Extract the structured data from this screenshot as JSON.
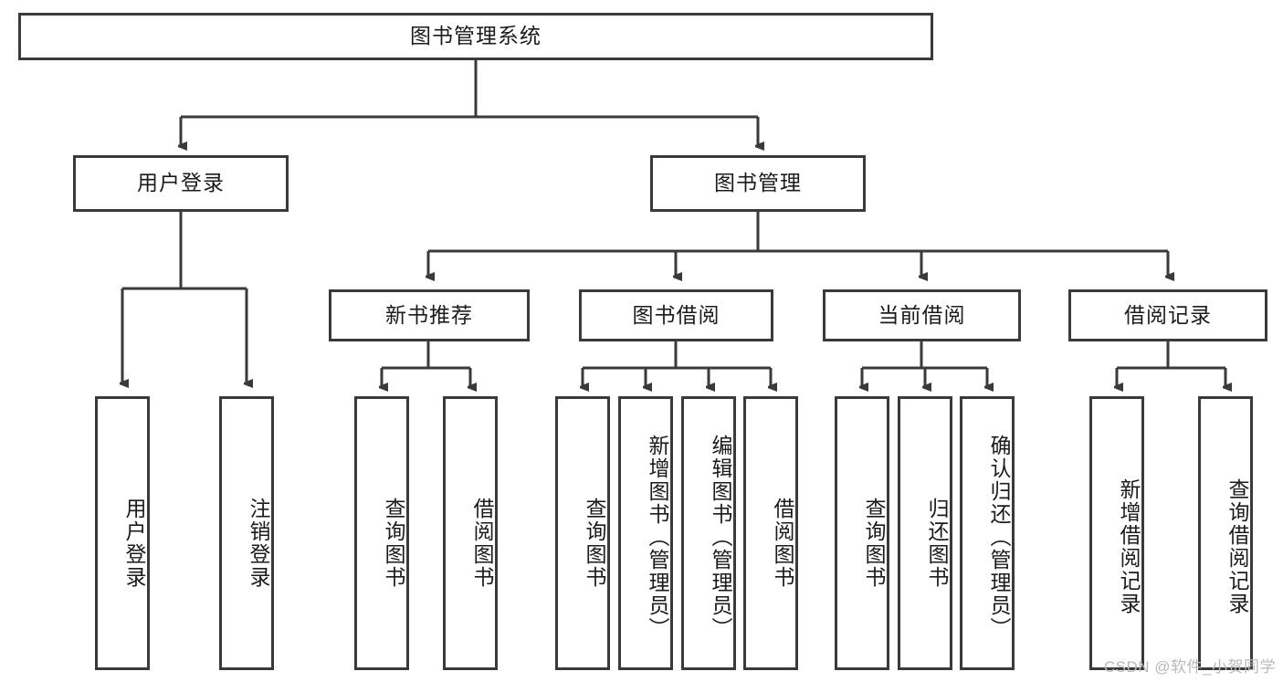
{
  "diagram": {
    "title": "图书管理系统",
    "type": "tree-hierarchy",
    "watermark": "CSDN @软件_小贺同学",
    "colors": {
      "box_border": "#3a3a3a",
      "box_fill": "#ffffff",
      "connector": "#3a3a3a",
      "text": "#1b1b1b",
      "watermark": "#b9b9b9"
    },
    "root": {
      "label": "图书管理系统"
    },
    "level2": [
      {
        "id": "user-login",
        "label": "用户登录"
      },
      {
        "id": "book-manage",
        "label": "图书管理"
      }
    ],
    "level3": [
      {
        "id": "new-book-rec",
        "label": "新书推荐"
      },
      {
        "id": "book-borrow",
        "label": "图书借阅"
      },
      {
        "id": "current-borrow",
        "label": "当前借阅"
      },
      {
        "id": "borrow-record",
        "label": "借阅记录"
      }
    ],
    "leaves": {
      "user-login": [
        {
          "id": "leaf-user-login",
          "label": "用户登录"
        },
        {
          "id": "leaf-logout-login",
          "label": "注销登录"
        }
      ],
      "new-book-rec": [
        {
          "id": "leaf-query-book-1",
          "label": "查询图书"
        },
        {
          "id": "leaf-borrow-book-1",
          "label": "借阅图书"
        }
      ],
      "book-borrow": [
        {
          "id": "leaf-query-book-2",
          "label": "查询图书"
        },
        {
          "id": "leaf-add-book",
          "label": "新增图书（管理员）"
        },
        {
          "id": "leaf-edit-book",
          "label": "编辑图书（管理员）"
        },
        {
          "id": "leaf-borrow-book-2",
          "label": "借阅图书"
        }
      ],
      "current-borrow": [
        {
          "id": "leaf-query-book-3",
          "label": "查询图书"
        },
        {
          "id": "leaf-return-book",
          "label": "归还图书"
        },
        {
          "id": "leaf-confirm-return",
          "label": "确认归还（管理员）"
        }
      ],
      "borrow-record": [
        {
          "id": "leaf-add-record",
          "label": "新增借阅记录"
        },
        {
          "id": "leaf-query-record",
          "label": "查询借阅记录"
        }
      ]
    }
  }
}
